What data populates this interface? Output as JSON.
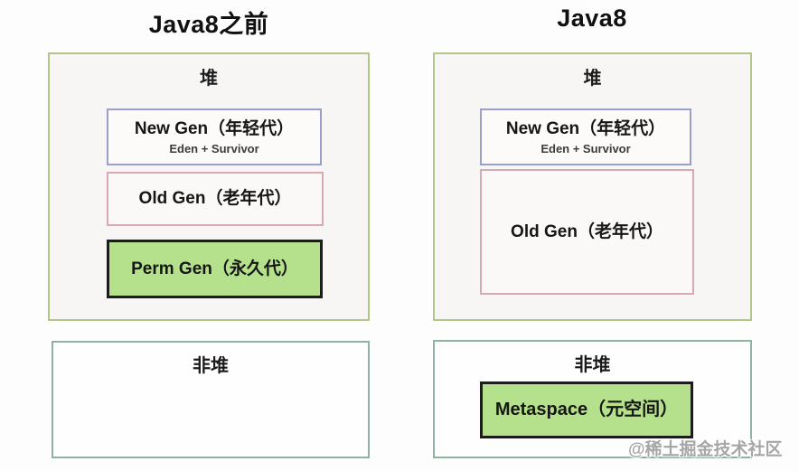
{
  "left_panel": {
    "title": "Java8之前",
    "heap_label": "堆",
    "new_gen": {
      "title": "New Gen（年轻代）",
      "subtitle": "Eden + Survivor"
    },
    "old_gen": {
      "title": "Old Gen（老年代）"
    },
    "perm_gen": {
      "title": "Perm Gen（永久代）"
    },
    "non_heap_label": "非堆"
  },
  "right_panel": {
    "title": "Java8",
    "heap_label": "堆",
    "new_gen": {
      "title": "New Gen（年轻代）",
      "subtitle": "Eden + Survivor"
    },
    "old_gen": {
      "title": "Old Gen（老年代）"
    },
    "non_heap_label": "非堆",
    "metaspace": {
      "title": "Metaspace（元空间）"
    }
  },
  "watermark": "@稀土掘金技术社区",
  "colors": {
    "heap_border": "#b2c58a",
    "non_heap_border": "#8fb3a0",
    "new_gen_border": "#9a9ecb",
    "old_gen_border": "#d8a9b2",
    "highlight_fill": "#b6e18c",
    "highlight_border": "#1c1c1c",
    "heap_background": "#f7f6f4"
  }
}
